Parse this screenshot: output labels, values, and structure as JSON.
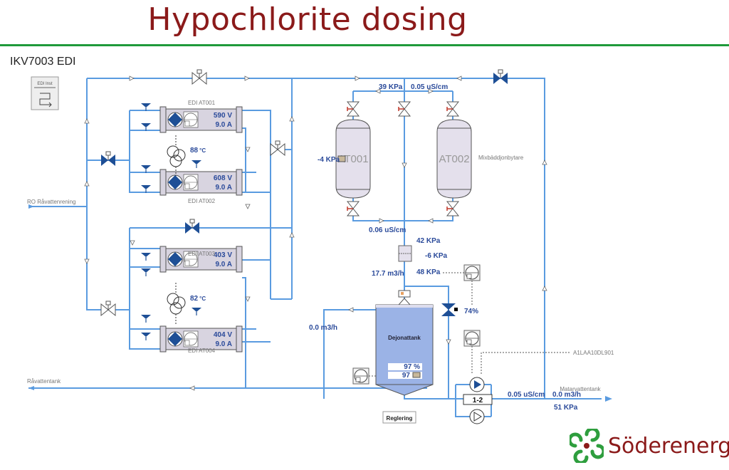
{
  "slide": {
    "title": "Hypochlorite dosing",
    "screen_title": "IKV7003 EDI",
    "logo_text": "Söderenergi",
    "colors": {
      "title": "#8b1a1a",
      "rule": "#1f9a3a",
      "pipe": "#5a9be0",
      "value": "#2a4a9a",
      "valve_active": "#1e4f96",
      "tank_fill": "#9bb3e6",
      "vessel_fill": "#e4e0ec",
      "logo_green": "#2e9e3e"
    }
  },
  "diagram": {
    "edi_inst_button": "EDI Inst",
    "inlet_label": "RO Råvattenrening",
    "return_label": "Råvattentank",
    "outlet_label": "Matarvattentank",
    "mixbed_label": "Mixbäddjonbytare",
    "tag_label": "A1LAA10DL901",
    "reglering_button": "Reglering",
    "edi_units": [
      {
        "name": "EDI AT001",
        "voltage": "590",
        "voltage_unit": "V",
        "current": "9.0 A"
      },
      {
        "name": "EDI AT002",
        "voltage": "608",
        "voltage_unit": "V",
        "current": "9.0 A"
      },
      {
        "name": "EDI AT003",
        "voltage": "403",
        "voltage_unit": "V",
        "current": "9.0 A"
      },
      {
        "name": "EDI AT004",
        "voltage": "404",
        "voltage_unit": "V",
        "current": "9.0 A"
      }
    ],
    "temperatures": [
      {
        "value": "88",
        "unit": "°C"
      },
      {
        "value": "82",
        "unit": "°C"
      }
    ],
    "vessels": [
      {
        "name": "AT001"
      },
      {
        "name": "AT002"
      }
    ],
    "readings": {
      "top_pressure": "39 KPa",
      "top_conductivity": "0.05 uS/cm",
      "vessel_pressure": "-4 KPa",
      "bottom_conductivity": "0.06 uS/cm",
      "filter_in_pressure": "42 KPa",
      "filter_dp": "-6 KPa",
      "filter_out_pressure": "48 KPa",
      "flow": "17.7 m3/h",
      "valve_opening": "74%",
      "return_flow": "0.0 m3/h",
      "outlet_conductivity": "0.05 uS/cm",
      "outlet_flow": "0.0 m3/h",
      "outlet_pressure": "51 KPa"
    },
    "deion_tank": {
      "name": "Dejonattank",
      "level": "97 %",
      "setpoint": "97"
    },
    "pump_group": "1-2"
  }
}
